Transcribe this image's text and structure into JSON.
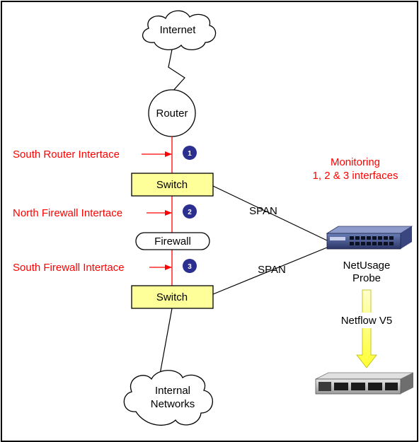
{
  "nodes": {
    "internet": "Internet",
    "router": "Router",
    "switch_top": "Switch",
    "firewall": "Firewall",
    "switch_bottom": "Switch",
    "internal_networks": [
      "Internal",
      "Networks"
    ],
    "probe": [
      "NetUsage",
      "Probe"
    ]
  },
  "interfaces": [
    {
      "label": "South Router Intertace",
      "number": "1"
    },
    {
      "label": "North Firewall Intertace",
      "number": "2"
    },
    {
      "label": "South Firewall Intertace",
      "number": "3"
    }
  ],
  "links": {
    "span_top": "SPAN",
    "span_bottom": "SPAN",
    "netflow": "Netflow V5"
  },
  "monitoring_note": [
    "Monitoring",
    "1, 2 & 3 interfaces"
  ],
  "colors": {
    "highlight": "#ff0000",
    "switch_fill": "#ffff99",
    "badge_fill": "#2b2f8f",
    "arrow_fill": "#ffff66"
  }
}
